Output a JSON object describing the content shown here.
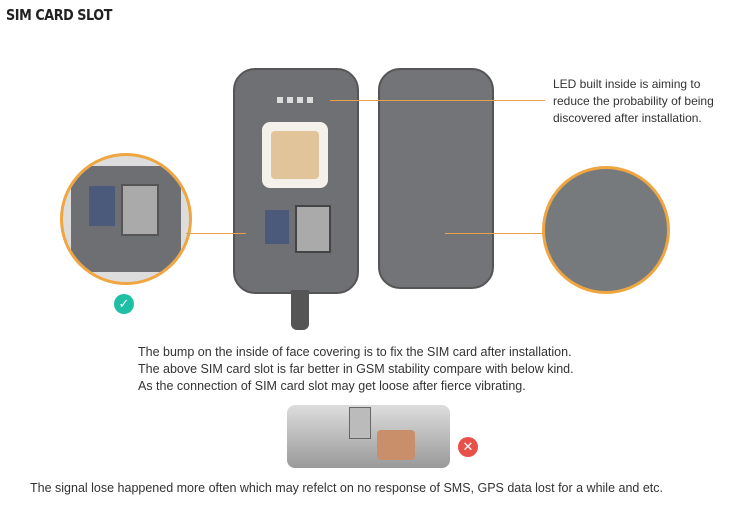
{
  "title": "SIM CARD SLOT",
  "led_note": [
    "LED built inside is aiming to",
    "reduce the probability of being",
    "discovered after installation."
  ],
  "description": [
    "The bump on the inside of face covering is to fix the SIM card after installation.",
    "The above SIM card slot is far better in GSM stability compare with below kind.",
    "As the connection of SIM card slot may get loose after fierce vibrating."
  ],
  "footer": "The signal lose happened more often which may refelct on no response of SMS, GPS data lost for a while and etc.",
  "colors": {
    "accent": "#f0a640",
    "good": "#1fbfa5",
    "bad": "#e8504a"
  }
}
